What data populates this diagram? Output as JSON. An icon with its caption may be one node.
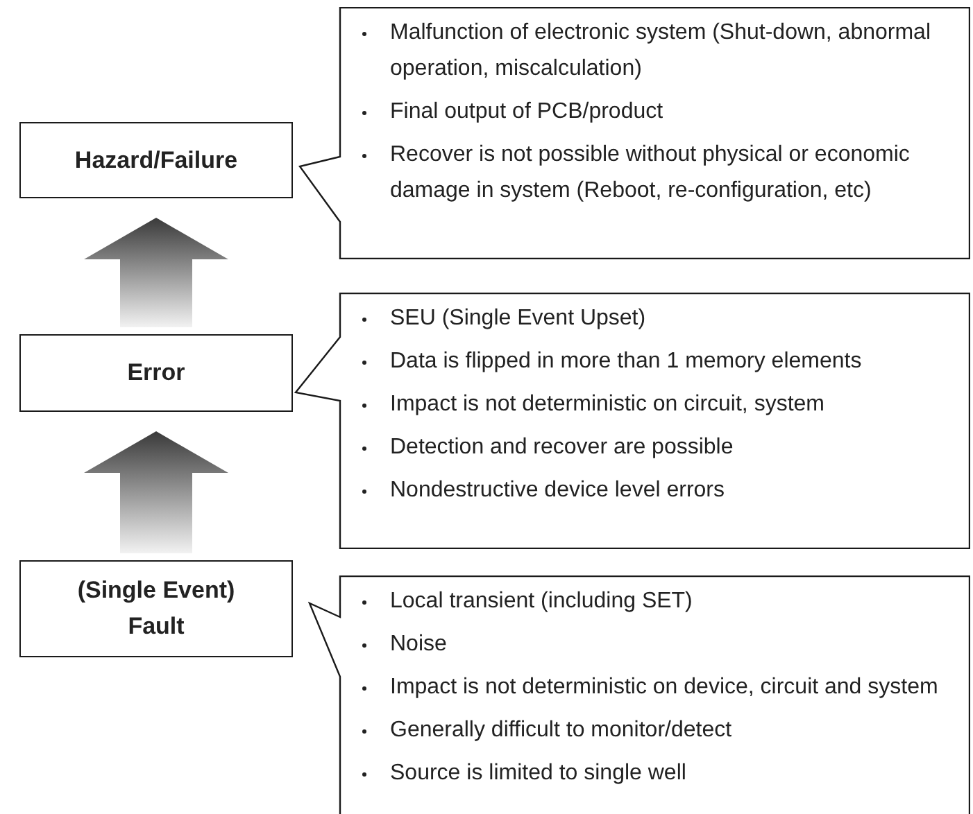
{
  "diagram": {
    "nodes": [
      {
        "text": [
          "Hazard/Failure"
        ]
      },
      {
        "text": [
          "Malfunction of electronic system (Shut-down, abnormal operation, miscalculation)",
          "Final output of PCB/product",
          "Recover is not possible without physical or economic damage in system (Reboot, re-configuration, etc)"
        ]
      },
      {
        "text": [
          "Error"
        ]
      },
      {
        "text": [
          "SEU (Single Event Upset)",
          "Data is flipped in more than 1 memory elements",
          "Impact is not deterministic on circuit, system",
          "Detection and recover are possible",
          "Nondestructive device level errors"
        ]
      },
      {
        "text": [
          "(Single Event) Fault"
        ]
      },
      {
        "text": [
          "Local transient (including SET)",
          "Noise",
          "Impact is not deterministic on device, circuit and system",
          "Generally difficult to monitor/detect",
          "Source is limited to single well"
        ]
      }
    ],
    "edges": [
      {
        "from": 2,
        "to": 0,
        "arrow": "to",
        "style": "thick"
      },
      {
        "from": 4,
        "to": 2,
        "arrow": "to",
        "style": "thick"
      }
    ]
  }
}
